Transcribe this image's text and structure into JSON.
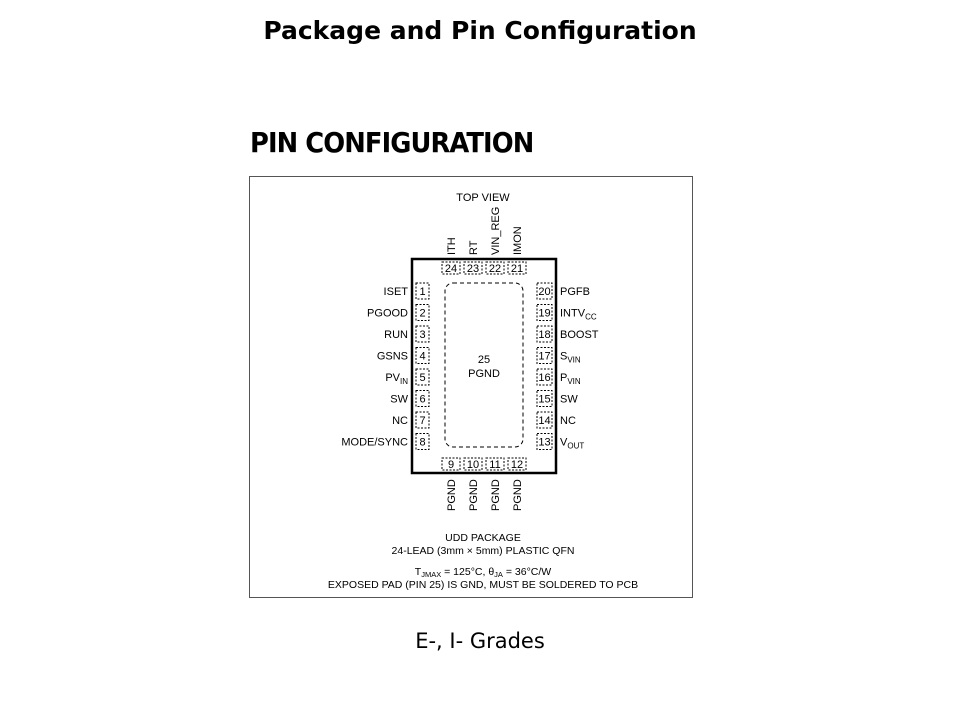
{
  "page": {
    "title": "Package and Pin Configuration",
    "subtitle": "E-, I- Grades"
  },
  "diagram": {
    "heading": "PIN CONFIGURATION",
    "view_label": "TOP VIEW",
    "exposed_pad": {
      "number": "25",
      "name": "PGND"
    },
    "top_pins": [
      {
        "num": "24",
        "name": "ITH"
      },
      {
        "num": "23",
        "name": "RT"
      },
      {
        "num": "22",
        "name": "VIN_REG"
      },
      {
        "num": "21",
        "name": "IMON"
      }
    ],
    "left_pins": [
      {
        "num": "1",
        "name": "ISET"
      },
      {
        "num": "2",
        "name": "PGOOD"
      },
      {
        "num": "3",
        "name": "RUN"
      },
      {
        "num": "4",
        "name": "GSNS"
      },
      {
        "num": "5",
        "name": "PV",
        "sub": "IN"
      },
      {
        "num": "6",
        "name": "SW"
      },
      {
        "num": "7",
        "name": "NC"
      },
      {
        "num": "8",
        "name": "MODE/SYNC"
      }
    ],
    "right_pins": [
      {
        "num": "20",
        "name": "PGFB"
      },
      {
        "num": "19",
        "name": "INTV",
        "sub": "CC"
      },
      {
        "num": "18",
        "name": "BOOST"
      },
      {
        "num": "17",
        "name": "S",
        "sub": "VIN"
      },
      {
        "num": "16",
        "name": "P",
        "sub": "VIN"
      },
      {
        "num": "15",
        "name": "SW"
      },
      {
        "num": "14",
        "name": "NC"
      },
      {
        "num": "13",
        "name": "V",
        "sub": "OUT"
      }
    ],
    "bottom_pins": [
      {
        "num": "9",
        "name": "PGND"
      },
      {
        "num": "10",
        "name": "PGND"
      },
      {
        "num": "11",
        "name": "PGND"
      },
      {
        "num": "12",
        "name": "PGND"
      }
    ],
    "package_lines": {
      "line1": "UDD PACKAGE",
      "line2": "24-LEAD (3mm × 5mm) PLASTIC QFN",
      "thermal_a": "T",
      "thermal_a_sub": "JMAX",
      "thermal_b": " = 125°C, θ",
      "thermal_b_sub": "JA",
      "thermal_c": " = 36°C/W",
      "line4": "EXPOSED PAD (PIN 25) IS GND, MUST BE SOLDERED TO PCB"
    }
  }
}
